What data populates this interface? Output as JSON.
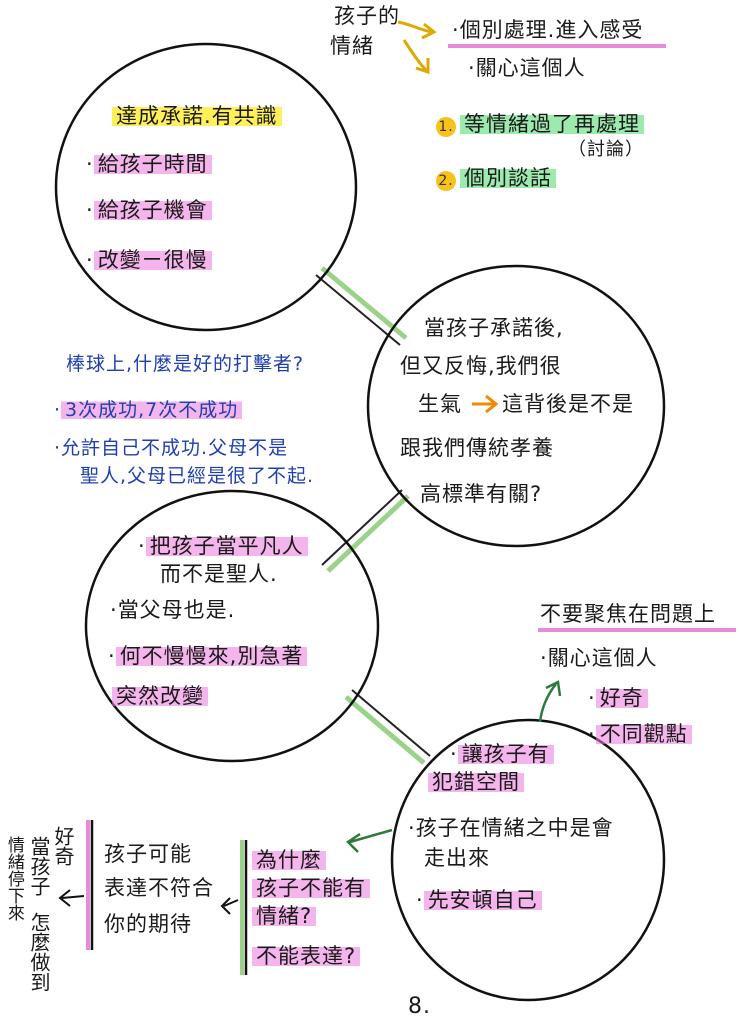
{
  "top": {
    "label_line1": "孩子的",
    "label_line2": "情緒",
    "item1": "個別處理.進入感受",
    "item2": "關心這個人",
    "step1_num": "1.",
    "step1": "等情緒過了再處理",
    "step1_note": "（討論）",
    "step2_num": "2.",
    "step2": "個別談話"
  },
  "circle1": {
    "title": "達成承諾.有共識",
    "items": [
      "給孩子時間",
      "給孩子機會",
      "改變ㄧ很慢"
    ]
  },
  "circle2": {
    "lines": [
      "當孩子承諾後,",
      "但又反悔,我們很",
      "生氣",
      "這背後是不是",
      "跟我們傳統孝養",
      "高標準有關?"
    ]
  },
  "baseball": {
    "title": "棒球上,什麼是好的打擊者?",
    "line1": "3次成功,7次不成功",
    "line2a": "允許自己不成功.父母不是",
    "line2b": "聖人,父母已經是很了不起."
  },
  "circle3": {
    "line1": "把孩子當平凡人",
    "line2": "而不是聖人.",
    "line3": "當父母也是.",
    "line4": "何不慢慢來,別急著",
    "line5": "突然改變"
  },
  "focus": {
    "title": "不要聚焦在問題上",
    "items": [
      "關心這個人",
      "好奇",
      "不同觀點"
    ]
  },
  "circle4": {
    "line1": "讓孩子有",
    "line2": "犯錯空間",
    "line3": "孩子在情緒之中是會",
    "line4": "走出來",
    "line5": "先安頓自己"
  },
  "bottom": {
    "why": [
      "為什麼",
      "孩子不能有",
      "情緒?",
      "不能表達?"
    ],
    "expect": [
      "孩子可能",
      "表達不符合",
      "你的期待"
    ],
    "vertical": [
      "當孩子",
      "情緒停下來",
      "好奇",
      "怎麼做到"
    ]
  },
  "page_number": "8."
}
